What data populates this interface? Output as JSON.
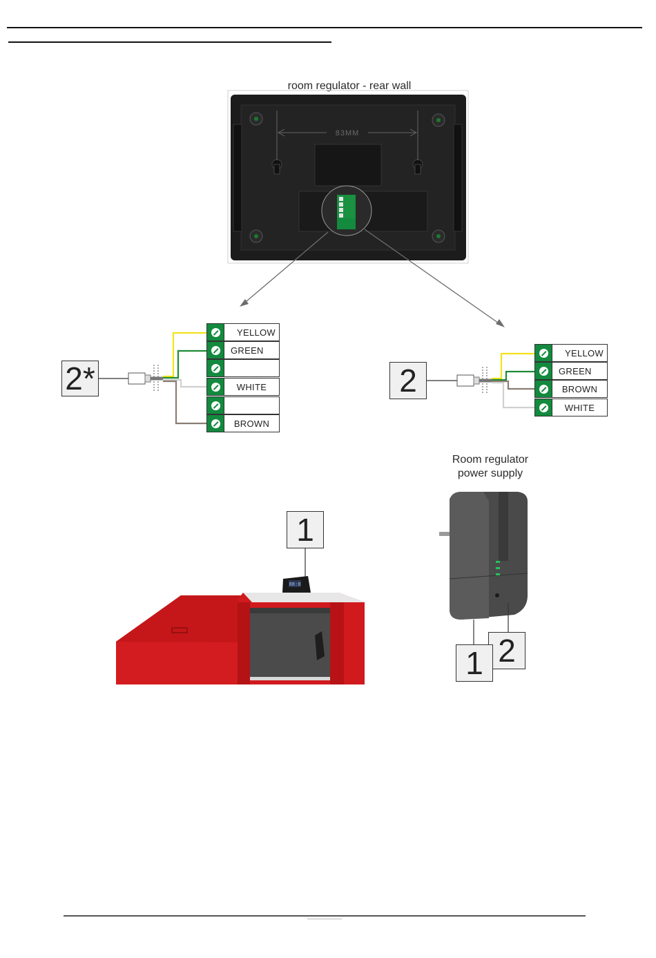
{
  "header": {
    "rule_top": "",
    "rule_sub": ""
  },
  "regulator": {
    "caption": "room regulator - rear wall",
    "dimension": "83MM"
  },
  "left_connection": {
    "badge": "2*",
    "terminals": [
      "YELLOW",
      "GREEN",
      "",
      "WHITE",
      "",
      "BROWN"
    ]
  },
  "right_connection": {
    "badge": "2",
    "terminals": [
      "YELLOW",
      "GREEN",
      "BROWN",
      "WHITE"
    ]
  },
  "boiler": {
    "badge": "1",
    "controller_display": "88:8"
  },
  "power_supply": {
    "caption_line1": "Room regulator",
    "caption_line2": "power supply",
    "badge_1": "1",
    "badge_2": "2"
  },
  "colors": {
    "terminal_green": "#138a3e",
    "wire_yellow": "#f2e21a",
    "wire_green": "#1e8a35",
    "wire_white": "#d8d8d8",
    "wire_brown": "#8a7d72",
    "boiler_red": "#d31c1f",
    "regulator_body": "#1c1c1c"
  }
}
